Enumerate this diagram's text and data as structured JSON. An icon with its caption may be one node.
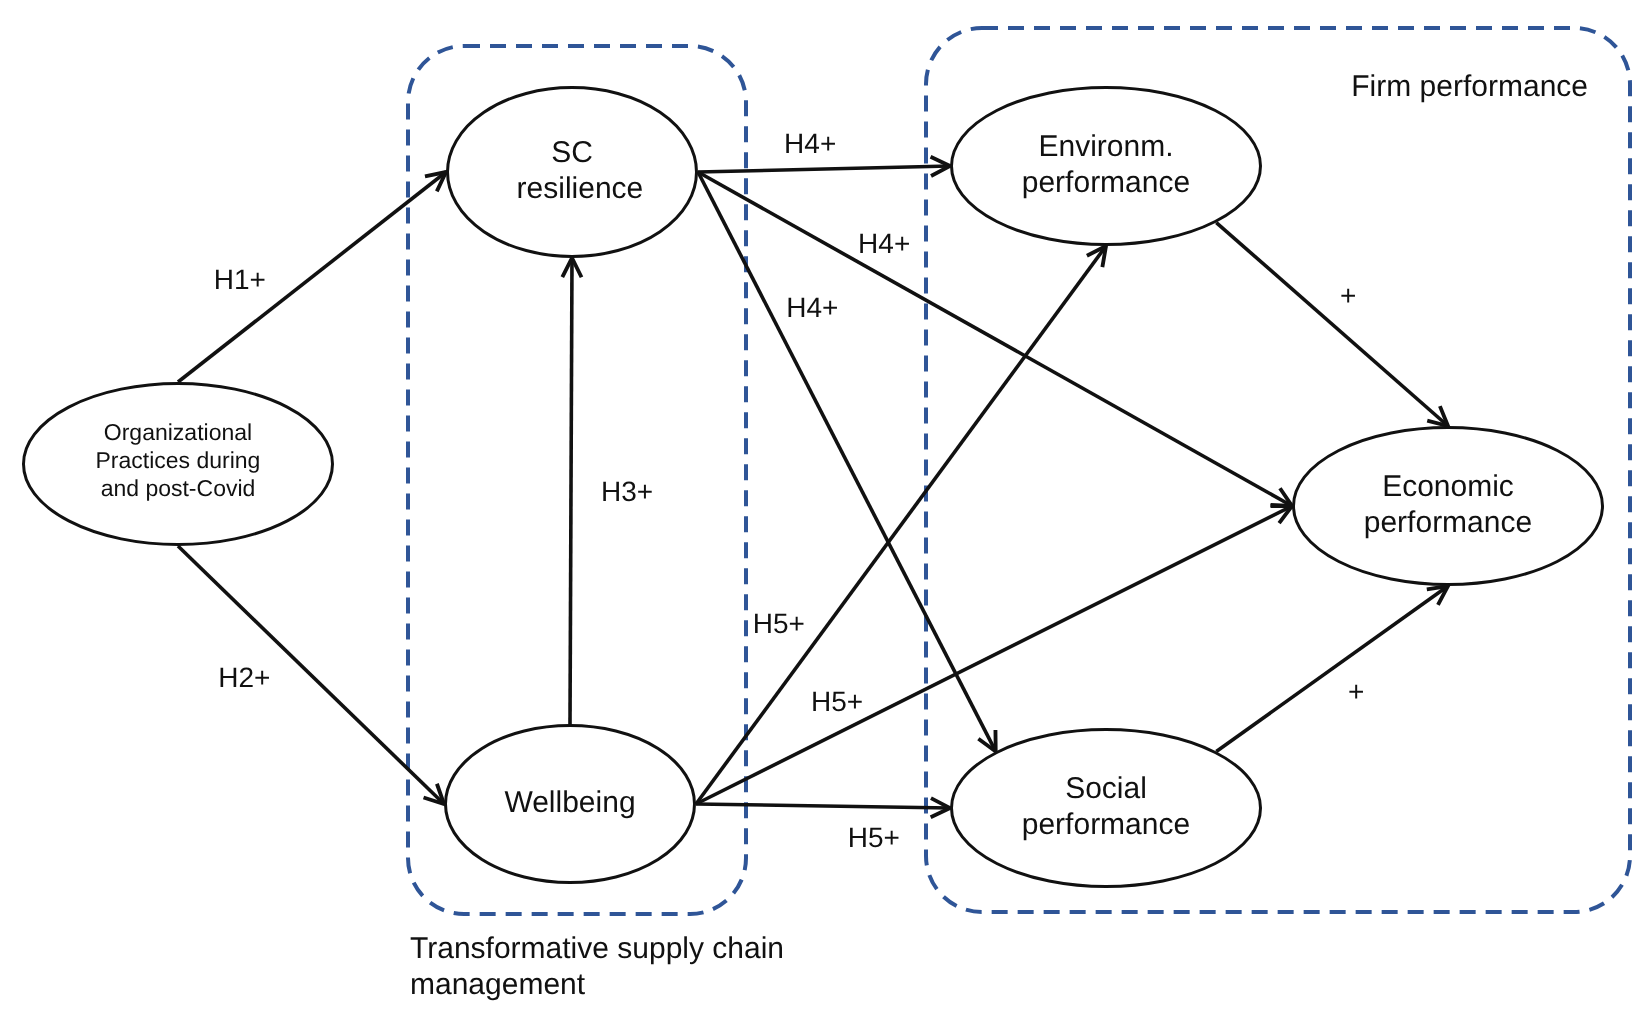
{
  "diagram": {
    "nodes": [
      {
        "text": [
          "Transformative supply chain management"
        ]
      },
      {
        "text": [
          "SC resilience"
        ],
        "in": 0
      },
      {
        "text": [
          "Wellbeing"
        ],
        "in": 0
      },
      {
        "text": [
          "Organizational Practices during and post-Covid"
        ]
      },
      {
        "text": [
          "Firm performance"
        ]
      },
      {
        "text": [
          "Environm. performance"
        ],
        "in": 4
      },
      {
        "text": [
          "Economic performance"
        ],
        "in": 4
      },
      {
        "text": [
          "Social performance"
        ],
        "in": 4
      }
    ],
    "edges": [
      {
        "from": 3,
        "to": 1,
        "arrow": "to",
        "label": "H1+"
      },
      {
        "from": 3,
        "to": 2,
        "arrow": "to",
        "label": "H2+"
      },
      {
        "from": 2,
        "to": 1,
        "arrow": "to",
        "label": "H3+"
      },
      {
        "from": 1,
        "to": 5,
        "arrow": "to",
        "label": "H4+"
      },
      {
        "from": 1,
        "to": 6,
        "arrow": "to",
        "label": "H4+"
      },
      {
        "from": 1,
        "to": 7,
        "arrow": "to",
        "label": "H4+"
      },
      {
        "from": 2,
        "to": 5,
        "arrow": "to",
        "label": "H5+"
      },
      {
        "from": 2,
        "to": 6,
        "arrow": "to",
        "label": "H5+"
      },
      {
        "from": 2,
        "to": 7,
        "arrow": "to",
        "label": "H5+"
      },
      {
        "from": 5,
        "to": 6,
        "arrow": "to",
        "label": "+"
      },
      {
        "from": 7,
        "to": 6,
        "arrow": "to",
        "label": "+"
      }
    ]
  }
}
